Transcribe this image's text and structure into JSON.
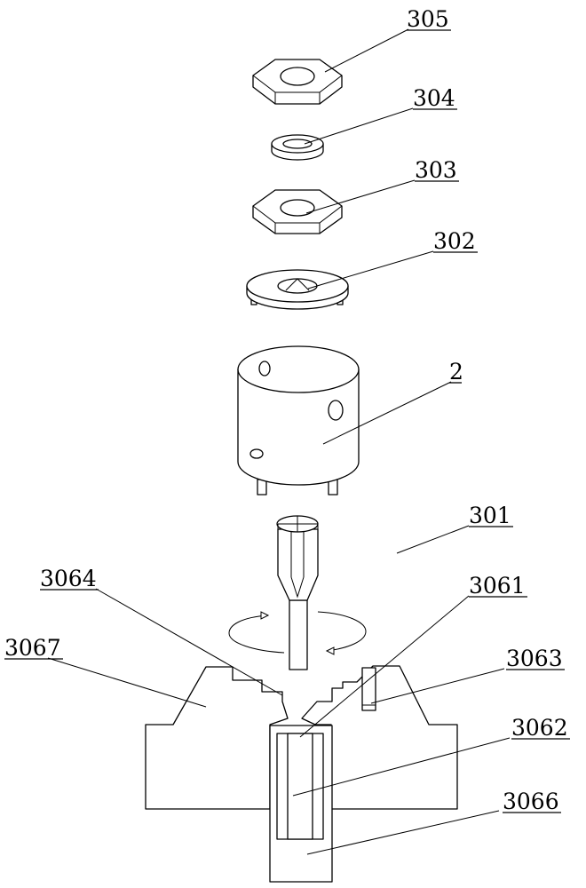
{
  "labels": {
    "l305": "305",
    "l304": "304",
    "l303": "303",
    "l302": "302",
    "l2": "2",
    "l301": "301",
    "l3064": "3064",
    "l3061": "3061",
    "l3067": "3067",
    "l3063": "3063",
    "l3062": "3062",
    "l3066": "3066"
  }
}
